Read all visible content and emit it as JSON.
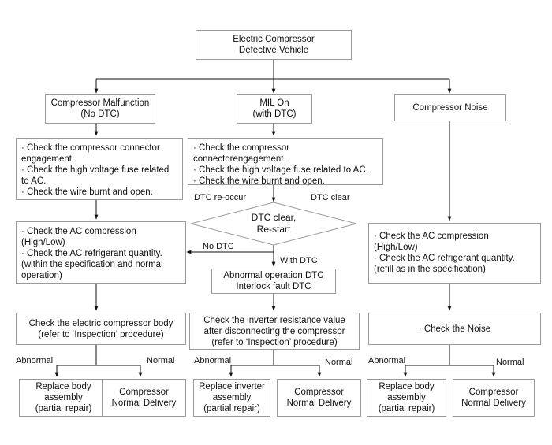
{
  "start": [
    "Electric Compressor",
    "Defective Vehicle"
  ],
  "branches": {
    "left": {
      "title": [
        "Compressor Malfunction",
        "(No DTC)"
      ]
    },
    "middle": {
      "title": [
        "MIL On",
        "(with DTC)"
      ]
    },
    "right": {
      "title": [
        "Compressor Noise"
      ]
    }
  },
  "left_check1": [
    "· Check the compressor connector",
    "engagement.",
    "· Check the high voltage fuse related",
    "to AC.",
    "· Check the wire burnt and open."
  ],
  "mid_check1": [
    "· Check the compressor",
    "connectorengagement.",
    "· Check the high voltage fuse related to AC.",
    "· Check the wire burnt and open."
  ],
  "labels": {
    "dtc_reoccur": "DTC re-occur",
    "dtc_clear": "DTC clear",
    "no_dtc": "No DTC",
    "with_dtc": "With DTC"
  },
  "decision": [
    "DTC clear,",
    "Re-start"
  ],
  "left_check2": [
    "· Check the AC compression",
    "(High/Low)",
    "· Check the AC refrigerant quantity.",
    "(within the specification and normal",
    "operation)"
  ],
  "mid_dtc": [
    "Abnormal operation DTC",
    "Interlock fault DTC"
  ],
  "right_check1": [
    "· Check the AC compression",
    "(High/Low)",
    "· Check the AC refrigerant quantity.",
    "(refill as in the specification)"
  ],
  "left_check3": [
    "Check the electric compressor body",
    "(refer to ‘Inspection’ procedure)"
  ],
  "mid_check3": [
    "Check the inverter resistance value",
    "after disconnecting the compressor",
    "(refer to ‘Inspection’ procedure)"
  ],
  "right_check3": [
    "· Check the Noise"
  ],
  "outcomes": {
    "abnormal": "Abnormal",
    "normal": "Normal",
    "left_abnormal": [
      "Replace body",
      "assembly",
      "(partial repair)"
    ],
    "left_normal": [
      "Compressor",
      "Normal Delivery"
    ],
    "mid_abnormal": [
      "Replace inverter",
      "assembly",
      "(partial repair)"
    ],
    "mid_normal": [
      "Compressor",
      "Normal Delivery"
    ],
    "right_abnormal": [
      "Replace body",
      "assembly",
      "(partial repair)"
    ],
    "right_normal": [
      "Compressor",
      "Normal Delivery"
    ]
  },
  "colors": {
    "line": "#111111",
    "box_border": "#9a9a9a"
  }
}
